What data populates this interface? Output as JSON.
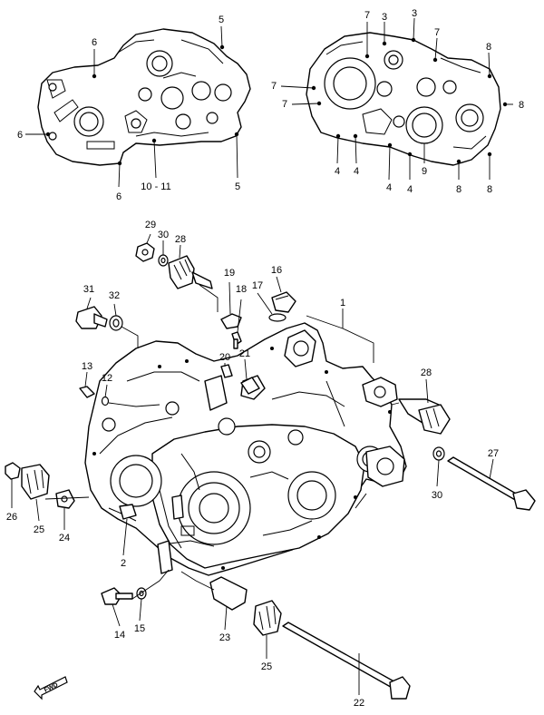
{
  "callouts": {
    "c5a": "5",
    "c6a": "6",
    "c6b": "6",
    "c6c": "6",
    "c1011": "10 - 11",
    "c5b": "5",
    "c7a": "7",
    "c3a": "3",
    "c3b": "3",
    "c7b": "7",
    "c8a": "8",
    "c7c": "7",
    "c7d": "7",
    "c8b": "8",
    "c4a": "4",
    "c4b": "4",
    "c4c": "4",
    "c4d": "4",
    "c9": "9",
    "c8c": "8",
    "c8d": "8",
    "c29": "29",
    "c30a": "30",
    "c28a": "28",
    "c19": "19",
    "c16": "16",
    "c17": "17",
    "c18": "18",
    "c31": "31",
    "c32": "32",
    "c1": "1",
    "c20": "20",
    "c21": "21",
    "c13": "13",
    "c12": "12",
    "c28b": "28",
    "c27": "27",
    "c30b": "30",
    "c26": "26",
    "c25a": "25",
    "c24": "24",
    "c2": "2",
    "c14": "14",
    "c15": "15",
    "c23": "23",
    "c25b": "25",
    "c22": "22"
  },
  "fwd_label": "FWD"
}
